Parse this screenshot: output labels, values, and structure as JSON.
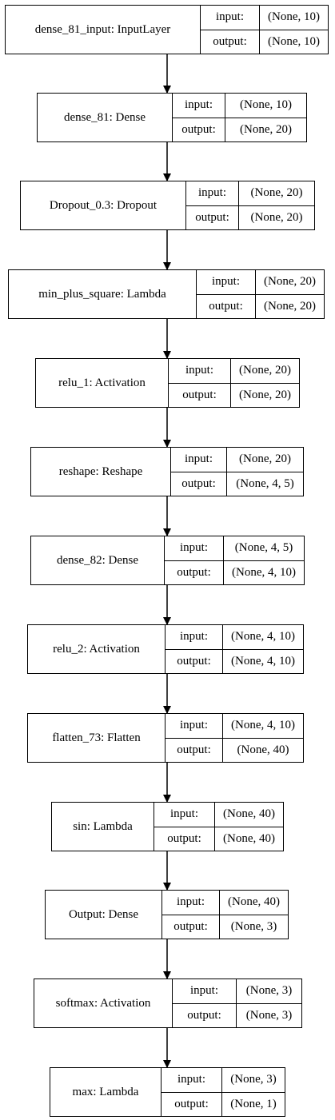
{
  "diagram": {
    "port_labels": {
      "input": "input:",
      "output": "output:"
    },
    "layers": [
      {
        "name": "dense_81_input: InputLayer",
        "input": "(None, 10)",
        "output": "(None, 10)"
      },
      {
        "name": "dense_81: Dense",
        "input": "(None, 10)",
        "output": "(None, 20)"
      },
      {
        "name": "Dropout_0.3: Dropout",
        "input": "(None, 20)",
        "output": "(None, 20)"
      },
      {
        "name": "min_plus_square: Lambda",
        "input": "(None, 20)",
        "output": "(None, 20)"
      },
      {
        "name": "relu_1: Activation",
        "input": "(None, 20)",
        "output": "(None, 20)"
      },
      {
        "name": "reshape: Reshape",
        "input": "(None, 20)",
        "output": "(None, 4, 5)"
      },
      {
        "name": "dense_82: Dense",
        "input": "(None, 4, 5)",
        "output": "(None, 4, 10)"
      },
      {
        "name": "relu_2: Activation",
        "input": "(None, 4, 10)",
        "output": "(None, 4, 10)"
      },
      {
        "name": "flatten_73: Flatten",
        "input": "(None, 4, 10)",
        "output": "(None, 40)"
      },
      {
        "name": "sin: Lambda",
        "input": "(None, 40)",
        "output": "(None, 40)"
      },
      {
        "name": "Output: Dense",
        "input": "(None, 40)",
        "output": "(None, 3)"
      },
      {
        "name": "softmax: Activation",
        "input": "(None, 3)",
        "output": "(None, 3)"
      },
      {
        "name": "max: Lambda",
        "input": "(None, 3)",
        "output": "(None, 1)"
      }
    ]
  }
}
